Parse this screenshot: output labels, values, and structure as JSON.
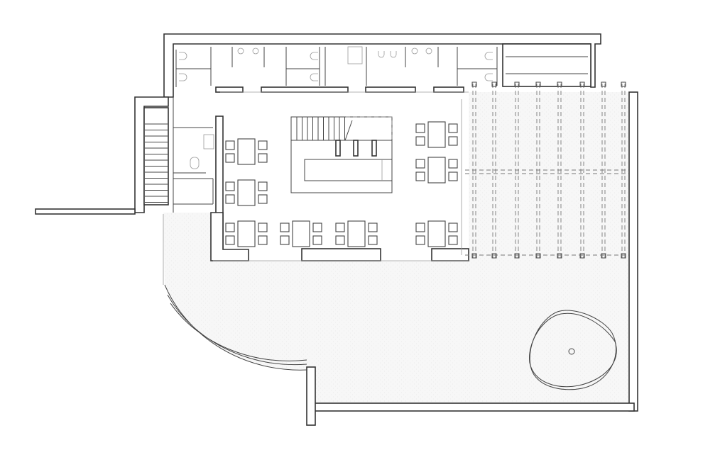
{
  "plan": {
    "type": "floor-plan",
    "colors": {
      "wall": "#333333",
      "line": "#444444",
      "terrace": "#f6f6f6",
      "background": "#ffffff"
    },
    "dining_table_count": 8,
    "chairs_per_table": 4
  }
}
